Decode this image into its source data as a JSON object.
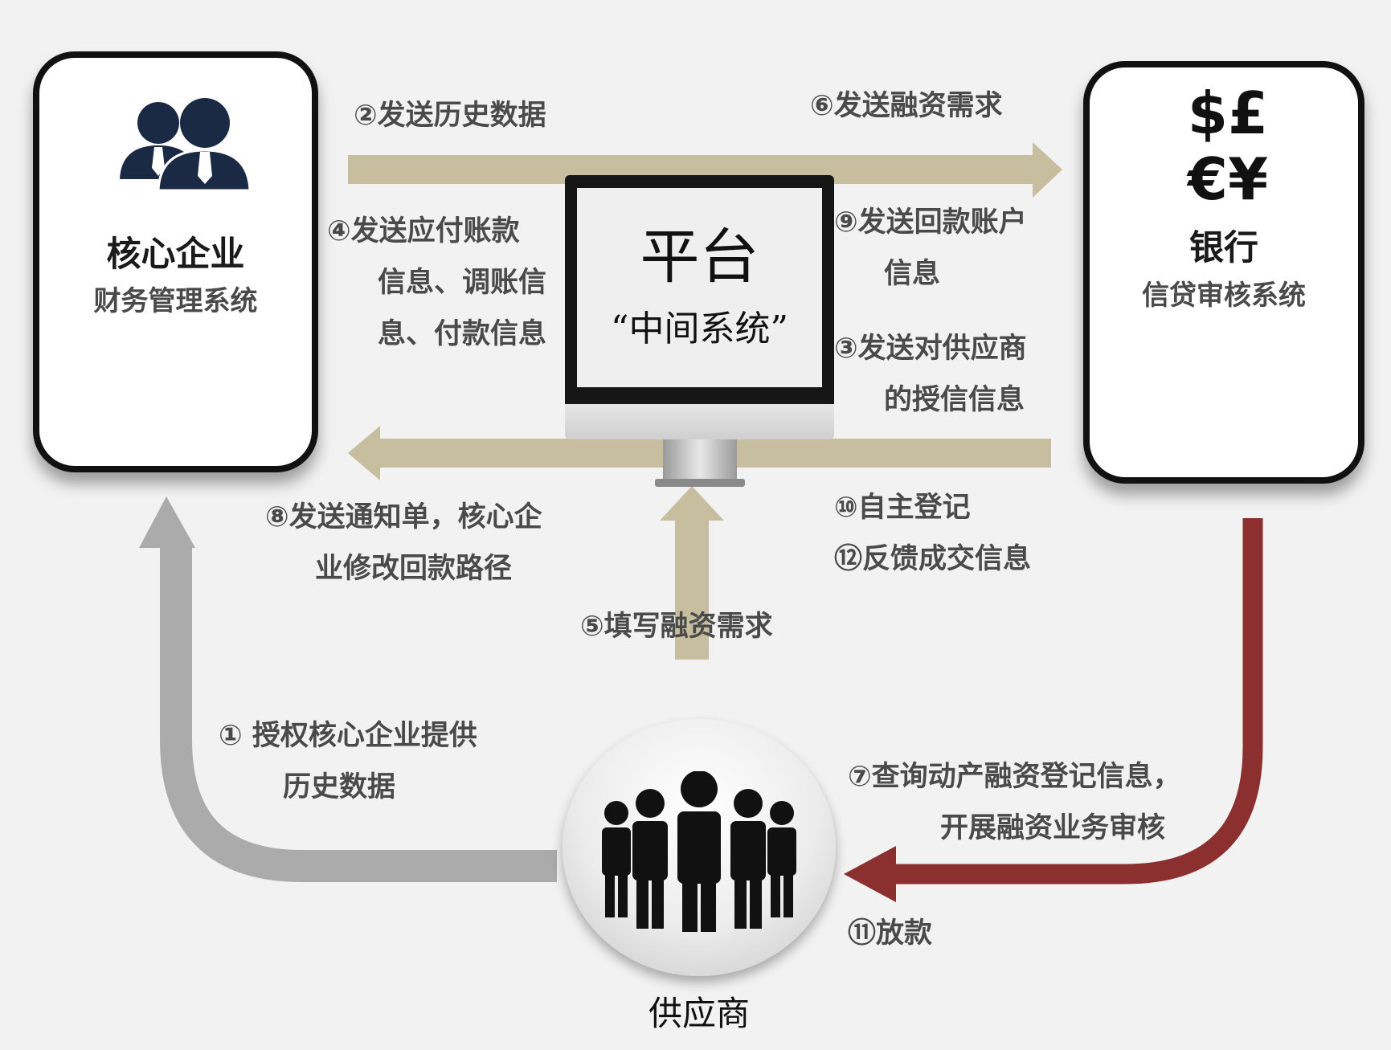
{
  "nodes": {
    "core": {
      "title": "核心企业",
      "subtitle": "财务管理系统"
    },
    "bank": {
      "title": "银行",
      "subtitle": "信贷审核系统",
      "symbols": [
        "$",
        "£",
        "€",
        "¥"
      ]
    },
    "platform": {
      "title": "平台",
      "subtitle": "“中间系统”"
    },
    "supplier": {
      "title": "供应商"
    }
  },
  "steps": {
    "s1a": "① 授权核心企业提供",
    "s1b": "历史数据",
    "s2": "②发送历史数据",
    "s3a": "③发送对供应商",
    "s3b": "的授信信息",
    "s4a": "④发送应付账款",
    "s4b": "信息、调账信",
    "s4c": "息、付款信息",
    "s5": "⑤填写融资需求",
    "s6": "⑥发送融资需求",
    "s7a": "⑦查询动产融资登记信息，",
    "s7b": "开展融资业务审核",
    "s8a": "⑧发送通知单，核心企",
    "s8b": "业修改回款路径",
    "s9a": "⑨发送回款账户",
    "s9b": "信息",
    "s10": "⑩自主登记",
    "s11": "⑪放款",
    "s12": "⑫反馈成交信息"
  },
  "colors": {
    "tan_arrow": "#c7bea0",
    "gray_arrow": "#ababab",
    "red_arrow": "#8c2f2f",
    "icon_navy": "#1b2a44"
  }
}
